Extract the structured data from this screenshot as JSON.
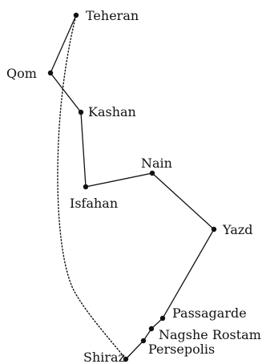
{
  "map": {
    "cities": [
      {
        "id": "teheran",
        "name": "Teheran"
      },
      {
        "id": "qom",
        "name": "Qom"
      },
      {
        "id": "kashan",
        "name": "Kashan"
      },
      {
        "id": "isfahan",
        "name": "Isfahan"
      },
      {
        "id": "nain",
        "name": "Nain"
      },
      {
        "id": "yazd",
        "name": "Yazd"
      },
      {
        "id": "passagarde",
        "name": "Passagarde"
      },
      {
        "id": "nagshe-rostam",
        "name": "Nagshe Rostam"
      },
      {
        "id": "persepolis",
        "name": "Persepolis"
      },
      {
        "id": "shiraz",
        "name": "Shiraz"
      }
    ],
    "solid_route_order": [
      "teheran",
      "qom",
      "kashan",
      "isfahan",
      "nain",
      "yazd",
      "passagarde",
      "nagshe-rostam",
      "persepolis",
      "shiraz"
    ],
    "dotted_route": [
      "shiraz",
      "teheran"
    ],
    "colors": {
      "ink": "#111111",
      "background": "#ffffff"
    }
  }
}
